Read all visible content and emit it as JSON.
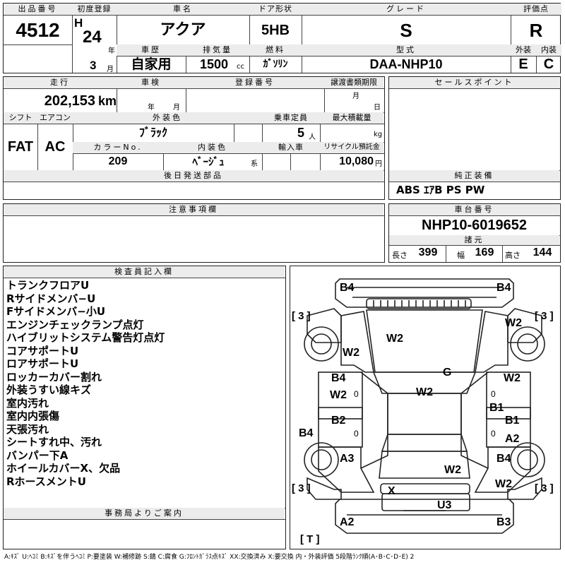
{
  "header": {
    "lot_label": "出品番号",
    "lot_number": "4512",
    "first_reg_label": "初度登録",
    "era_letter": "H",
    "year": "24",
    "year_unit": "年",
    "month": "3",
    "month_unit": "月",
    "car_name_label": "車名",
    "car_name": "アクア",
    "door_label": "ドア形状",
    "door": "5HB",
    "grade_label": "グレード",
    "grade": "S",
    "score_label": "評価点",
    "score": "R",
    "history_label": "車歴",
    "history": "自家用",
    "displacement_label": "排気量",
    "displacement": "1500",
    "displacement_unit": "cc",
    "fuel_label": "燃料",
    "fuel": "ｶﾞｿﾘﾝ",
    "model_label": "型式",
    "model": "DAA-NHP10",
    "exterior_label": "外装",
    "exterior": "E",
    "interior_label": "内装",
    "interior": "C"
  },
  "middle": {
    "mileage_label": "走行",
    "mileage": "202,153",
    "mileage_unit": "km",
    "inspection_label": "車検",
    "insp_year_unit": "年",
    "insp_month_unit": "月",
    "reg_no_label": "登録番号",
    "transfer_label": "譲渡書類期限",
    "transfer_month_unit": "月",
    "transfer_day_unit": "日",
    "shift_label": "シフト",
    "shift": "FAT",
    "ac_label": "エアコン",
    "ac": "AC",
    "ext_color_label": "外装色",
    "ext_color": "ﾌﾞﾗｯｸ",
    "capacity_label": "乗車定員",
    "capacity": "5",
    "capacity_unit": "人",
    "max_load_label": "最大積載量",
    "max_load_unit": "kg",
    "color_no_label": "カラーNo.",
    "color_no": "209",
    "int_color_label": "内装色",
    "int_color": "ﾍﾞｰｼﾞｭ",
    "int_color_unit": "系",
    "import_label": "輸入車",
    "recycle_label": "リサイクル預託金",
    "recycle": "10,080",
    "recycle_unit": "円",
    "later_parts_label": "後日発送部品",
    "caution_label": "注意事項欄"
  },
  "right": {
    "sales_point_label": "セールスポイント",
    "genuine_label": "純正装備",
    "genuine": "ABS ｴｱB PS PW",
    "chassis_label": "車台番号",
    "chassis": "NHP10-6019652",
    "specs_label": "諸元",
    "length_label": "長さ",
    "length": "399",
    "width_label": "幅",
    "width": "169",
    "height_label": "高さ",
    "height": "144"
  },
  "notes": {
    "label": "検査員記入欄",
    "lines": [
      "トランクフロアU",
      "Rサイドメンバ−U",
      "Fサイドメンバ−小U",
      "エンジンチェックランプ点灯",
      "ハイブリットシステム警告灯点灯",
      "コアサポートU",
      "ロアサポートU",
      "ロッカーカバー割れ",
      "外装うすい線キズ",
      "室内汚れ",
      "室内内張傷",
      "天張汚れ",
      "シートすれ中、汚れ",
      "バンパー下A",
      "ホイールカバーX、欠品",
      "RホースメントU"
    ],
    "office_label": "事務局よりご案内"
  },
  "diagram": {
    "tl_bracket": "[ 3 ]",
    "tr_bracket": "[ 3 ]",
    "bl_bracket": "[ 3 ]",
    "br_bracket": "[ 3 ]",
    "bottom_bracket": "[ T ]",
    "marks": {
      "front_bumper_l": "B4",
      "front_bumper_r": "B4",
      "hood": "W2",
      "fender_l": "W2",
      "fender_r": "W2",
      "roof_g": "G",
      "roof": "W2",
      "door_fl_b": "B4",
      "door_fl_w": "W2",
      "door_fr": "W2",
      "door_fl_zero": "0",
      "door_fr_zero": "0",
      "rocker_r": "B1",
      "door_rl": "B2",
      "door_rr": "B1",
      "door_rl_zero": "0",
      "door_rr_zero": "0",
      "door_rr_a": "A2",
      "rocker_l": "B4",
      "quarter_l": "A3",
      "quarter_r": "B4",
      "trunk": "W2",
      "rear_r": "W2",
      "rear_x": "X",
      "rear_bumper": "U3",
      "rear_bumper_l": "A2",
      "rear_bumper_r": "B3"
    }
  },
  "legend": "A:ｷｽﾞ U:ﾍｺﾐ B:ｷｽﾞを伴うﾍｺﾐ P:要塗装 W:補修跡 S:錆 C:腐食 G:ﾌﾛﾝﾄｶﾞﾗｽ点ｷｽﾞ XX:交換済み X:要交換 内・外装評価 5段階ﾗﾝｸ順(A･B･C･D･E) 2"
}
